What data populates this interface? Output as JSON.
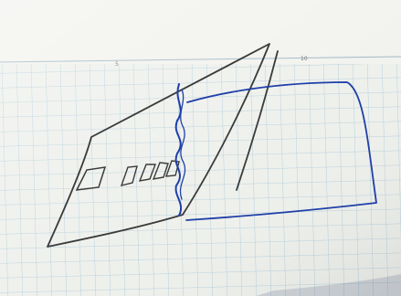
{
  "photo": {
    "subject": "hand-drawn-sketch-on-graph-paper",
    "ruler_labels": [
      "5",
      "10"
    ]
  },
  "colors": {
    "paper": "#eef0ec",
    "grid": "#a9c8d8",
    "ink_dark": "#3b3a3a",
    "ink_blue": "#1f3fa8",
    "shadow": "#c8c9c3"
  }
}
